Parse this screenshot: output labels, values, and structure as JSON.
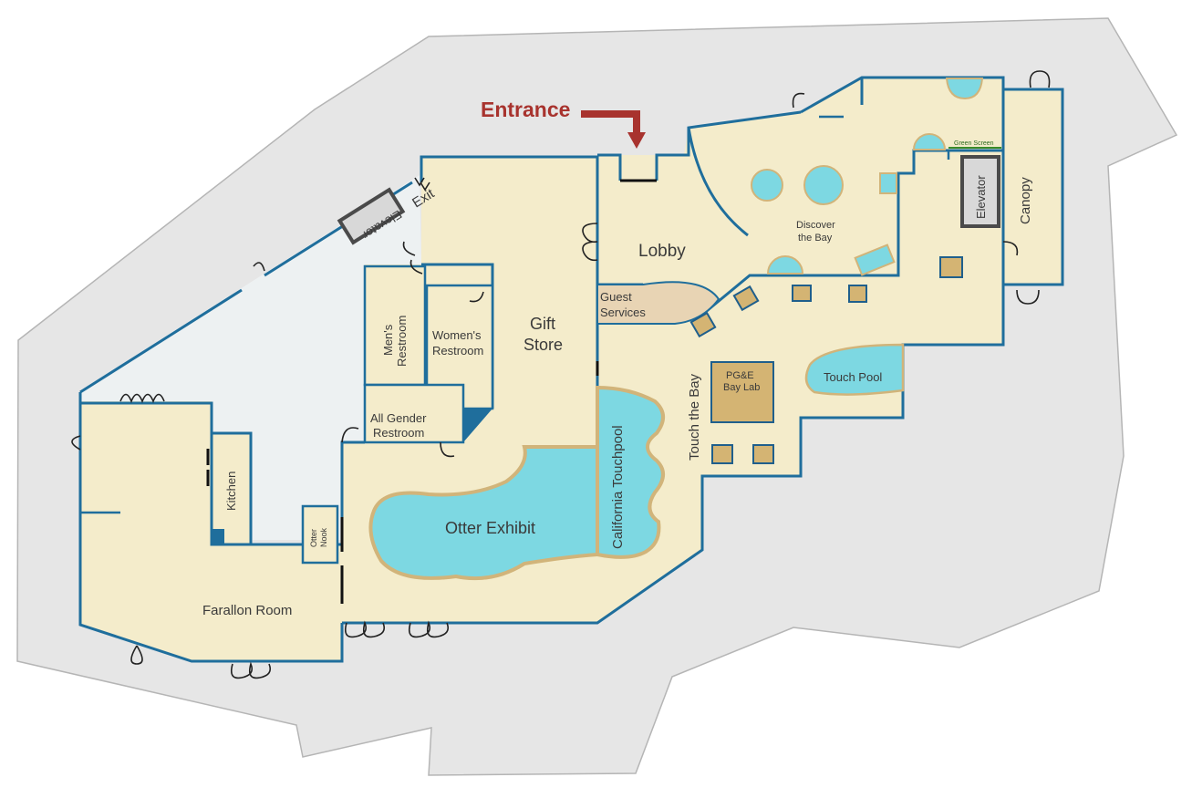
{
  "map": {
    "entrance_label": "Entrance",
    "rooms": {
      "lobby": "Lobby",
      "discover_line1": "Discover",
      "discover_line2": "the Bay",
      "elevator_right": "Elevator",
      "elevator_left": "Elevator",
      "canopy": "Canopy",
      "green_screen": "Green Screen",
      "guest_services_line1": "Guest",
      "guest_services_line2": "Services",
      "gift_store_line1": "Gift",
      "gift_store_line2": "Store",
      "mens_restroom_line1": "Men's",
      "mens_restroom_line2": "Restroom",
      "womens_restroom_line1": "Women's",
      "womens_restroom_line2": "Restroom",
      "all_gender_line1": "All Gender",
      "all_gender_line2": "Restroom",
      "exit": "Exit",
      "kitchen": "Kitchen",
      "otter_nook_line1": "Otter",
      "otter_nook_line2": "Nook",
      "farallon_room": "Farallon Room",
      "otter_exhibit": "Otter Exhibit",
      "california_touchpool": "California Touchpool",
      "touch_the_bay": "Touch the Bay",
      "pge_line1": "PG&E",
      "pge_line2": "Bay Lab",
      "touch_pool": "Touch Pool"
    },
    "colors": {
      "outer_pad": "#e6e6e6",
      "corridor": "#ecf0f1",
      "floor": "#f4eccb",
      "wall": "#1f6e9c",
      "water": "#7dd8e2",
      "water_rim": "#d1b47a",
      "exhibit_box": "#d4b473",
      "guest_services": "#e8d4b4",
      "entrance_arrow": "#a8332e"
    }
  }
}
